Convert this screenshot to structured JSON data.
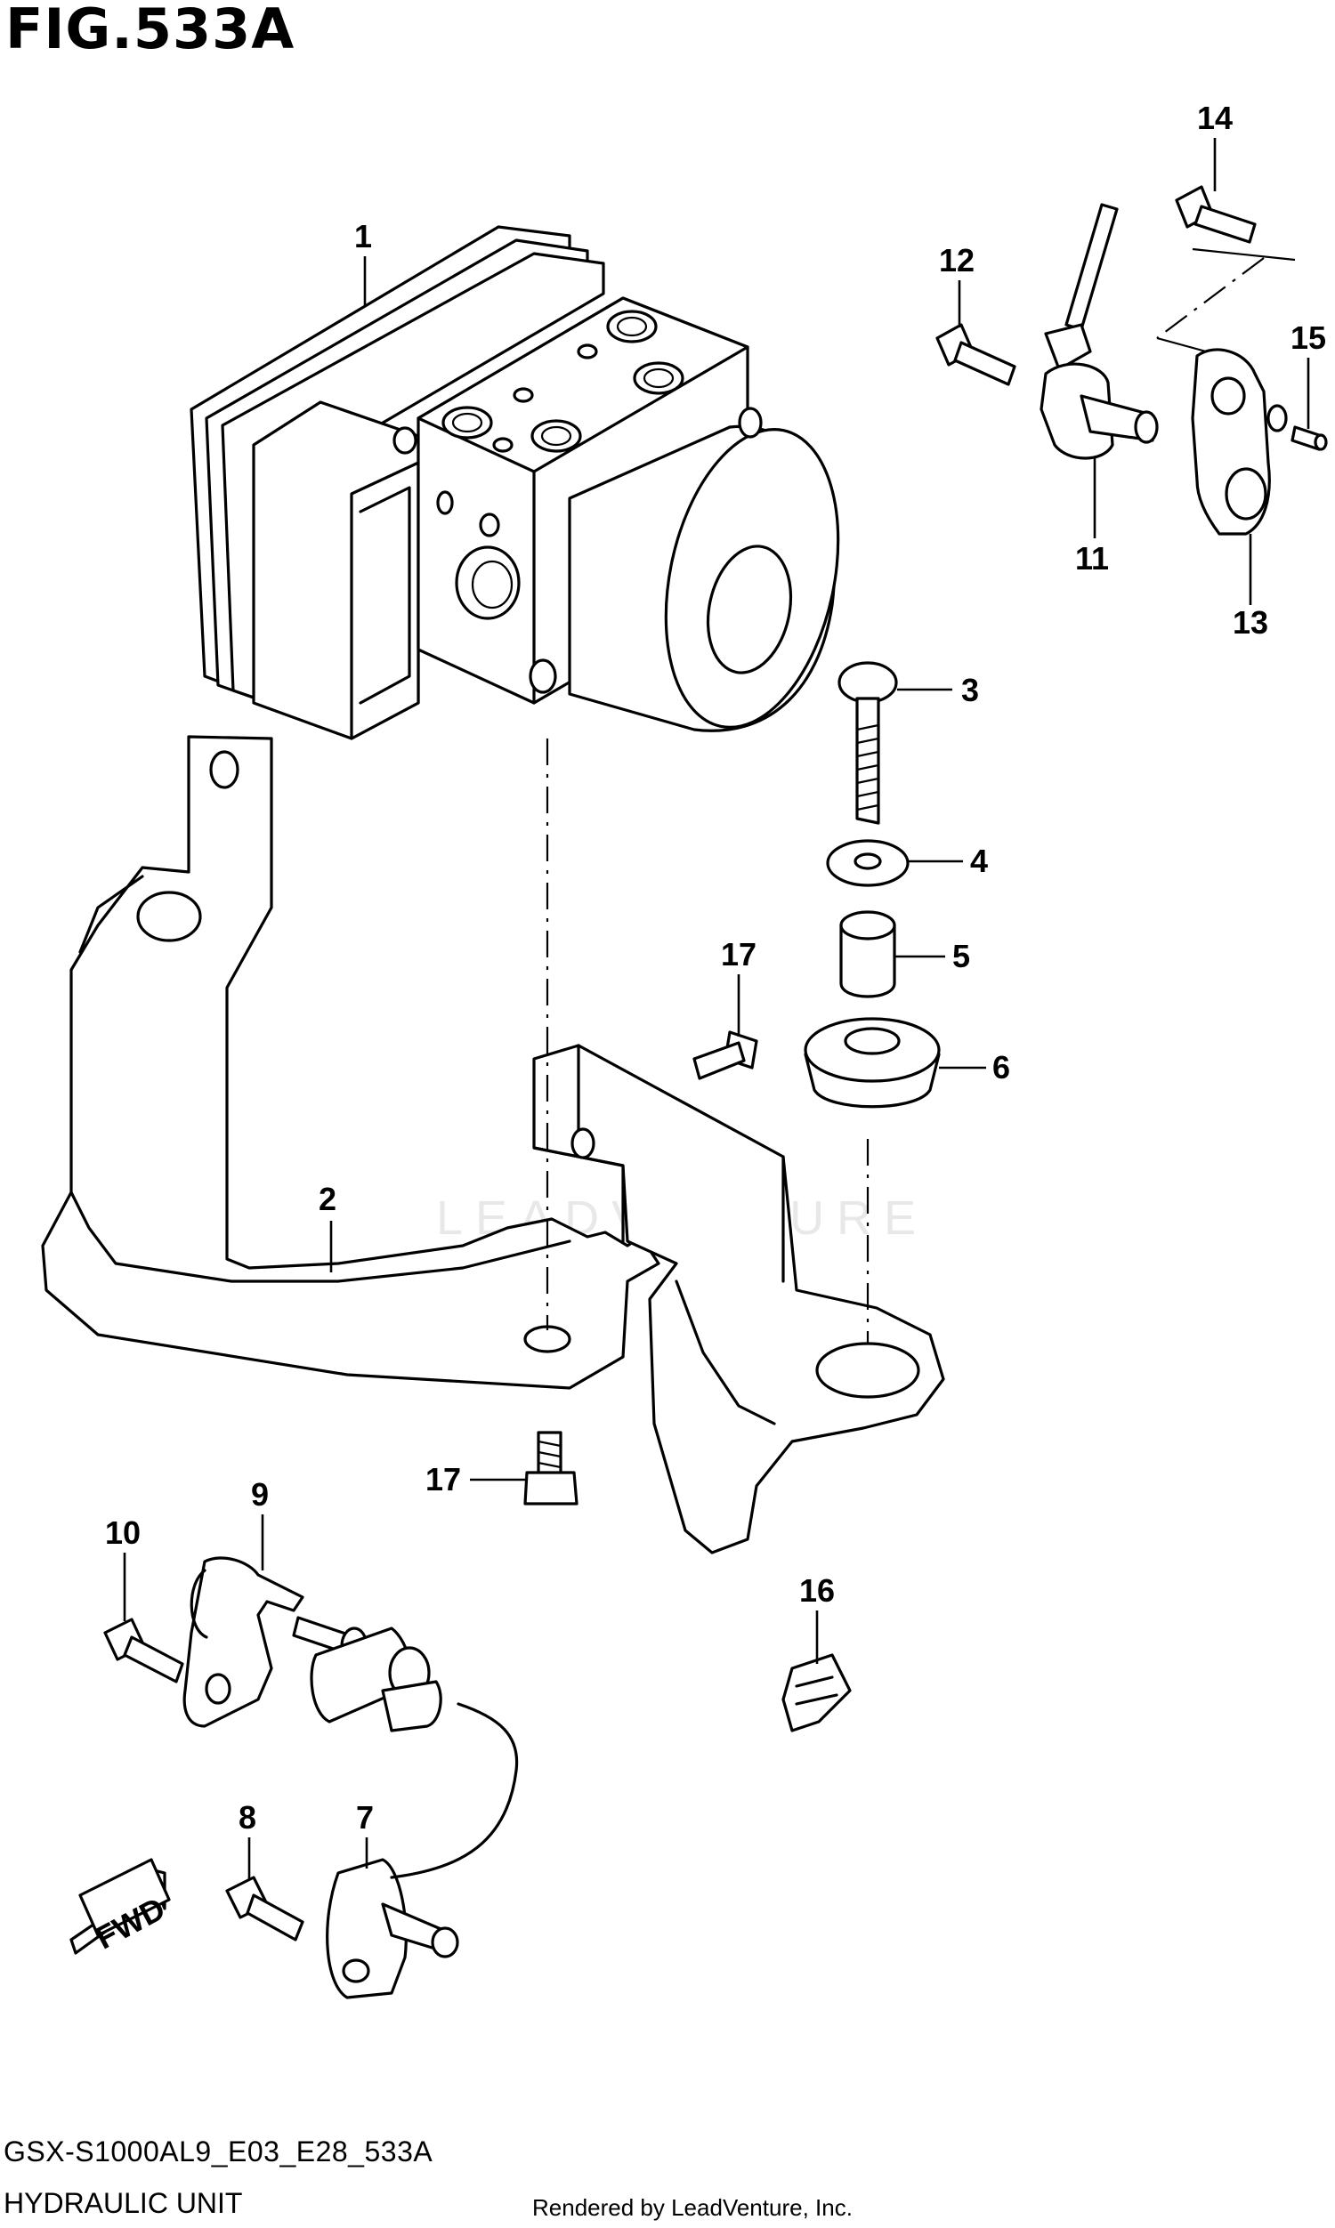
{
  "figure": {
    "title": "FIG.533A",
    "code": "GSX-S1000AL9_E03_E28_533A",
    "name": "HYDRAULIC UNIT",
    "rendered_by": "Rendered by LeadVenture, Inc.",
    "watermark": "LEADVENTURE",
    "direction_label": "FWD"
  },
  "callouts": [
    "1",
    "2",
    "3",
    "4",
    "5",
    "6",
    "7",
    "8",
    "9",
    "10",
    "11",
    "12",
    "13",
    "14",
    "15",
    "16",
    "17",
    "17"
  ]
}
